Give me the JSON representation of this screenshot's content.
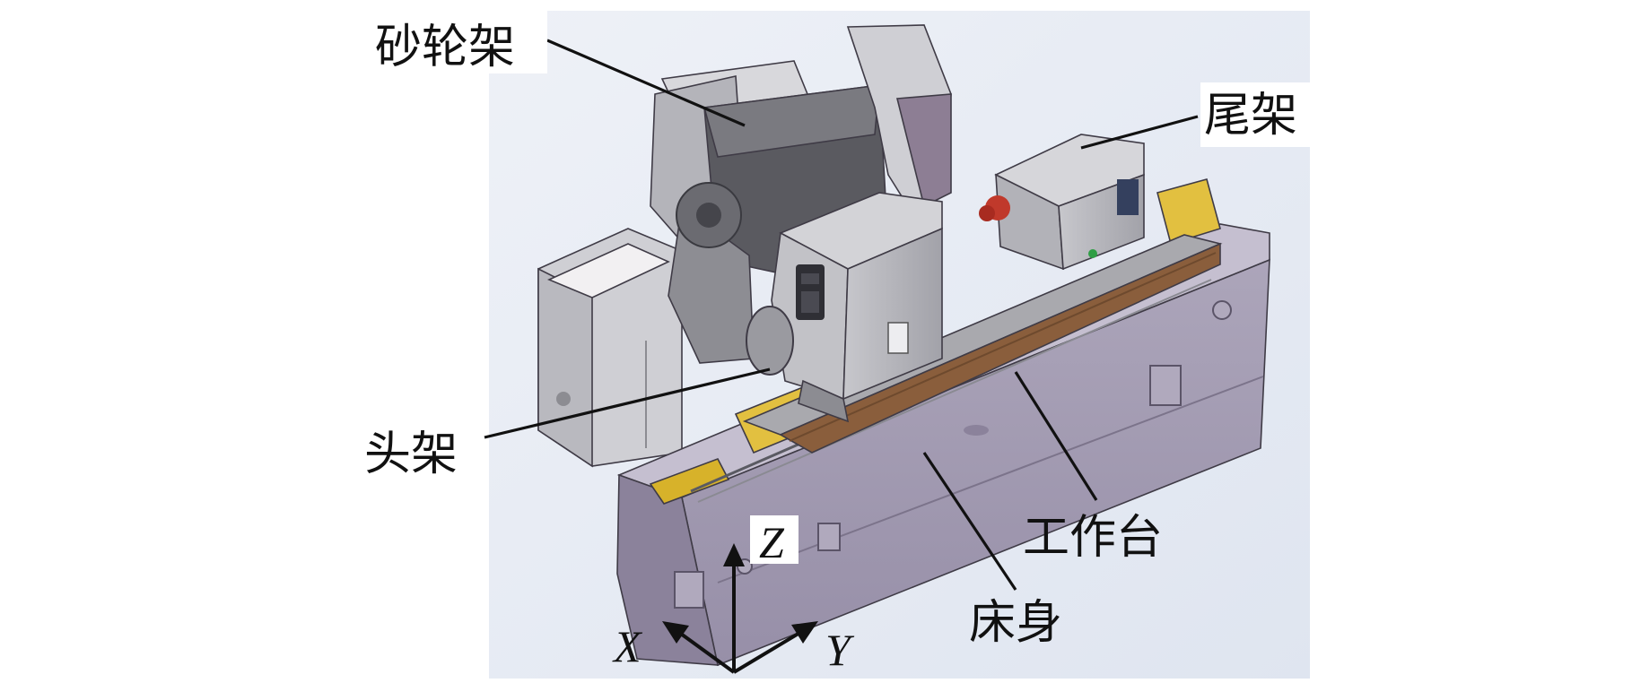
{
  "labels": {
    "wheelhead": "砂轮架",
    "tailstock": "尾架",
    "headstock": "头架",
    "worktable": "工作台",
    "bed": "床身"
  },
  "axes": {
    "z": "Z",
    "x": "X",
    "y": "Y"
  },
  "colors": {
    "bed": "#a59db4",
    "bed_dark": "#8b829b",
    "housing": "#b6b6bc",
    "table": "#8a5e3c",
    "slide_rail": "#d7b22a",
    "background_wash": "#e3e8f2"
  }
}
